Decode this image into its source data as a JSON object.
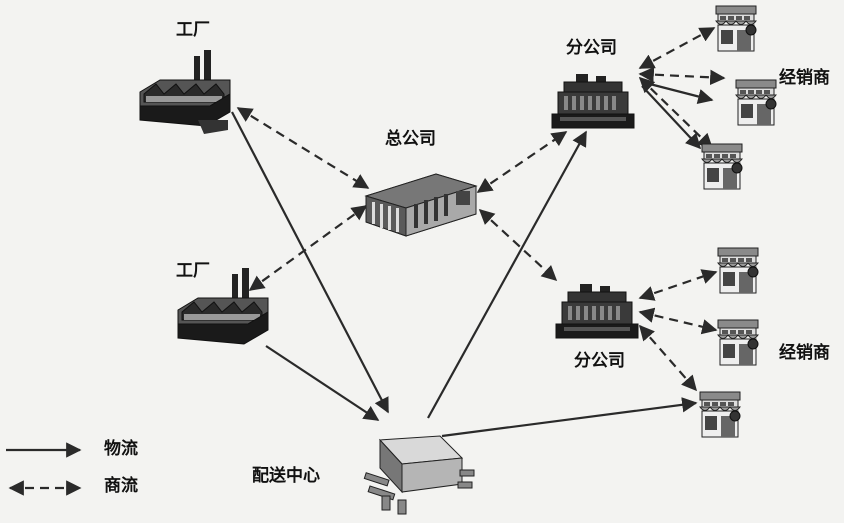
{
  "nodes": {
    "factory_top": {
      "label": "工厂"
    },
    "factory_mid": {
      "label": "工厂"
    },
    "headquarters": {
      "label": "总公司"
    },
    "branch_top": {
      "label": "分公司"
    },
    "branch_bottom": {
      "label": "分公司"
    },
    "distribution_center": {
      "label": "配送中心"
    },
    "dealers_top": {
      "label": "经销商"
    },
    "dealers_bottom": {
      "label": "经销商"
    }
  },
  "legend": {
    "logistics": "物流",
    "commerce": "商流"
  },
  "colors": {
    "line": "#2a2a2a",
    "building_dark": "#1f1f1f",
    "building_mid": "#6b6b6b",
    "building_light": "#bdbdbd",
    "background": "#f3f3f1"
  },
  "icons": [
    "factory-icon",
    "headquarters-building-icon",
    "branch-office-icon",
    "store-icon",
    "distribution-center-icon"
  ]
}
